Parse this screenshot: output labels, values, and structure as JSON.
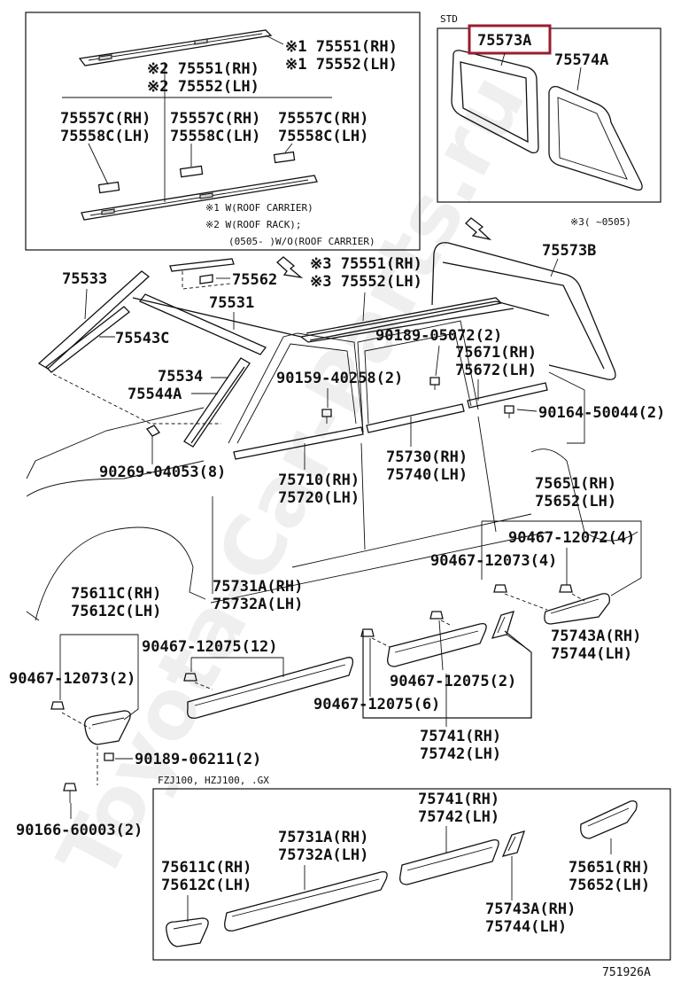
{
  "labels": {
    "std": "STD",
    "p75573a": "75573A",
    "p75574a": "75574A",
    "note3_range": "※3(    ~0505)",
    "p75573b": "75573B",
    "r1_rh": "※1 75551(RH)",
    "r1_lh": "※1 75552(LH)",
    "r2_rh": "※2 75551(RH)",
    "r2_lh": "※2 75552(LH)",
    "c1_rh": "75557C(RH)",
    "c1_lh": "75558C(LH)",
    "c2_rh": "75557C(RH)",
    "c2_lh": "75558C(LH)",
    "c3_rh": "75557C(RH)",
    "c3_lh": "75558C(LH)",
    "note1": "※1 W(ROOF CARRIER)",
    "note2": "※2 W(ROOF RACK);",
    "note2b": "(0505-     )W/O(ROOF CARRIER)",
    "p75533": "75533",
    "p75562": "75562",
    "r3_rh": "※3 75551(RH)",
    "r3_lh": "※3 75552(LH)",
    "p75531": "75531",
    "p75543c": "75543C",
    "p90189_05072": "90189-05072(2)",
    "p75671": "75671(RH)",
    "p75672": "75672(LH)",
    "p75534": "75534",
    "p90159": "90159-40258(2)",
    "p75544a": "75544A",
    "p90164": "90164-50044(2)",
    "p90269": "90269-04053(8)",
    "p75730": "75730(RH)",
    "p75740": "75740(LH)",
    "p75710": "75710(RH)",
    "p75720": "75720(LH)",
    "p75651": "75651(RH)",
    "p75652": "75652(LH)",
    "p90467_12072": "90467-12072(4)",
    "p90467_12073a": "90467-12073(4)",
    "p75611c": "75611C(RH)",
    "p75612c": "75612C(LH)",
    "p75731a": "75731A(RH)",
    "p75732a": "75732A(LH)",
    "p90467_12075a": "90467-12075(12)",
    "p75743a": "75743A(RH)",
    "p75744": "75744(LH)",
    "p90467_12073b": "90467-12073(2)",
    "p90467_12075b": "90467-12075(2)",
    "p90467_12075c": "90467-12075(6)",
    "p75741": "75741(RH)",
    "p75742": "75742(LH)",
    "p90189_06211": "90189-06211(2)",
    "fzj": "FZJ100, HZJ100, .GX",
    "p90166": "90166-60003(2)",
    "b75741": "75741(RH)",
    "b75742": "75742(LH)",
    "b75731a": "75731A(RH)",
    "b75732a": "75732A(LH)",
    "b75611c": "75611C(RH)",
    "b75612c": "75612C(LH)",
    "b75651": "75651(RH)",
    "b75652": "75652(LH)",
    "b75743a": "75743A(RH)",
    "b75744": "75744(LH)",
    "figno": "751926A",
    "watermark": "Toyota-Car-Parts.ru"
  },
  "colors": {
    "highlight": "#9b1b30",
    "ink": "#111111"
  }
}
